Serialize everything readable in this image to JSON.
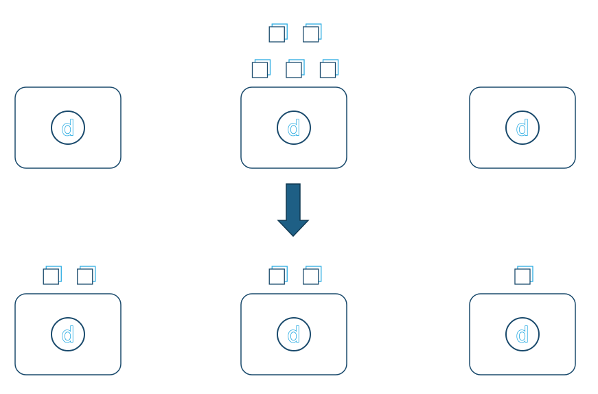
{
  "diagram": {
    "colors": {
      "node_stroke": "#1a4a6c",
      "logo_accent": "#29abe2",
      "arrow_fill": "#1e5f85",
      "background": "#ffffff"
    },
    "logo_glyph": "d",
    "icons": {
      "node": "server-node-icon",
      "logo": "d-logo-icon",
      "shard": "document-stack-icon",
      "arrow": "down-arrow-icon"
    },
    "before": {
      "nodes": [
        {
          "shard_rows": []
        },
        {
          "shard_rows": [
            2,
            3
          ]
        },
        {
          "shard_rows": []
        }
      ]
    },
    "after": {
      "nodes": [
        {
          "shard_rows": [
            2
          ]
        },
        {
          "shard_rows": [
            2
          ]
        },
        {
          "shard_rows": [
            1
          ]
        }
      ]
    }
  }
}
